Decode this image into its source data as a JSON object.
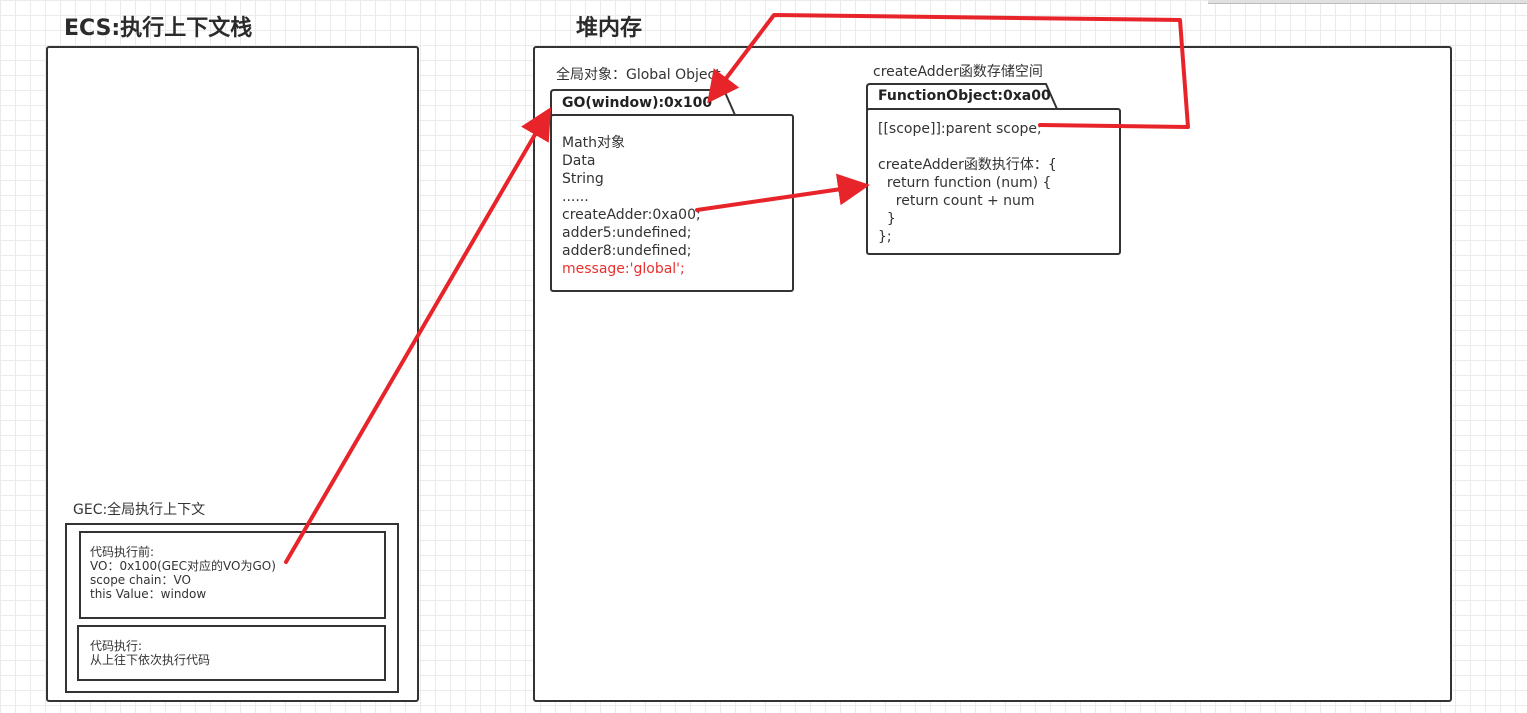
{
  "ecs": {
    "title": "ECS:执行上下文栈",
    "gec_label": "GEC:全局执行上下文",
    "before_exec": [
      "代码执行前:",
      "VO：0x100(GEC对应的VO为GO)",
      "scope chain：VO",
      "this Value：window"
    ],
    "exec": [
      "代码执行:",
      "从上往下依次执行代码"
    ]
  },
  "heap": {
    "title": "堆内存",
    "global_object_label": "全局对象：Global Object",
    "go": {
      "tab": "GO(window):0x100",
      "lines": [
        "Math对象",
        "Data",
        "String",
        "......",
        "createAdder:0xa00;",
        "adder5:undefined;",
        "adder8:undefined;"
      ],
      "highlight_line": "message:'global';"
    },
    "fn_storage_label": "createAdder函数存储空间",
    "fn_object": {
      "tab": "FunctionObject:0xa00",
      "scope_line": "[[scope]]:parent scope;",
      "body_lines": [
        "createAdder函数执行体：{",
        "  return function (num) {",
        "    return count + num",
        "  }",
        "};"
      ]
    }
  },
  "colors": {
    "arrow": "#e8242b",
    "highlight": "#e8312f",
    "border": "#333333"
  }
}
